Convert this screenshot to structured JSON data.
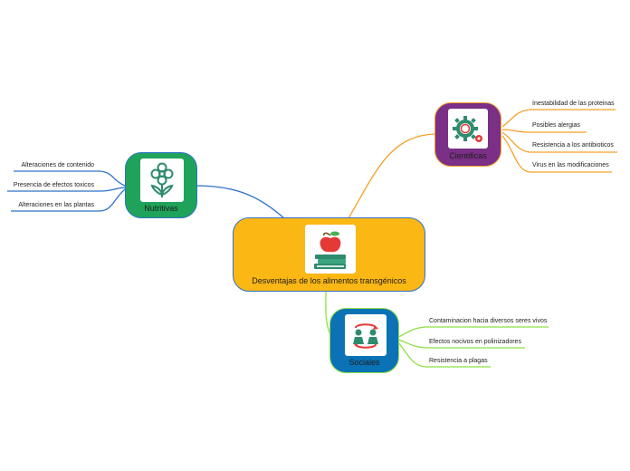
{
  "central": {
    "label": "Desventajas de los alimentos transgénicos",
    "icon": "apple-books-icon",
    "color": "#fbb714"
  },
  "branches": {
    "cientificas": {
      "label": "Cientificas",
      "icon": "gears-icon",
      "color": "#7b2f86",
      "line_color": "#f5a129",
      "leaves": [
        "Inestabilidad de las proteinas",
        "Posibles alergias",
        "Resistencia a los antibioticos",
        "Virus en las modificaciones"
      ]
    },
    "nutritivas": {
      "label": "Nutritivas",
      "icon": "flower-icon",
      "color": "#1fa35b",
      "line_color": "#2e72c9",
      "leaves": [
        "Alteraciones de contenido",
        "Presencia de efectos toxicos",
        "Alteraciones en las plantas"
      ]
    },
    "sociales": {
      "label": "Sociales",
      "icon": "people-exchange-icon",
      "color": "#0a72b5",
      "line_color": "#8ee045",
      "leaves": [
        "Contaminacion hacia diversos seres vivos",
        "Efectos nocivos en polinizadores",
        "Resistencia a plagas"
      ]
    }
  }
}
